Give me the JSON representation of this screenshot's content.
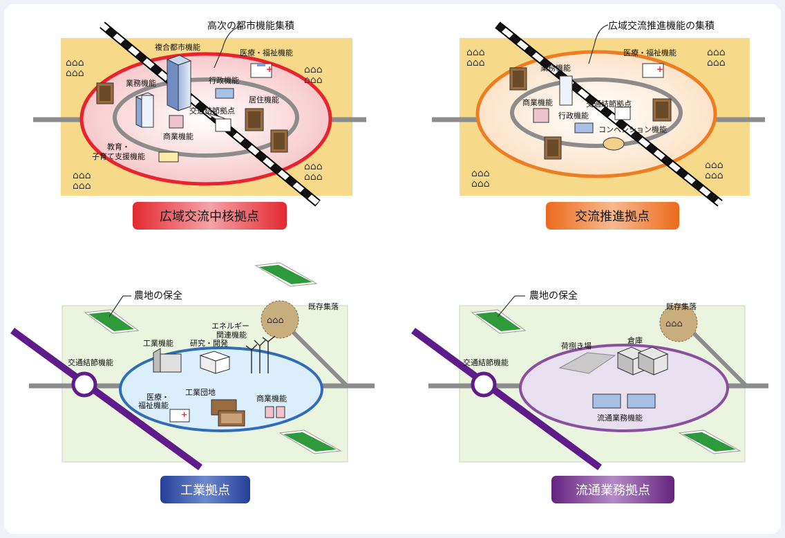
{
  "colors": {
    "background": "#eef2f8",
    "card": "#ffffff",
    "tan_field": "#f7d98a",
    "green_field": "#eaf4df",
    "road": "#8c8c8c",
    "red_ring": "#e8232d",
    "orange_ring": "#ee7d22",
    "blue_ring": "#2f6db8",
    "purple_ring": "#8a4f9e",
    "purple_rail": "#5d1c8a",
    "red_badge": "#d8242d",
    "orange_badge": "#e86c1f",
    "blue_badge": "#27439a",
    "purple_badge": "#6b2a8a"
  },
  "panels": {
    "wide_area": {
      "badge": "広域交流中核拠点",
      "callout": "高次の都市機能集積",
      "labels": {
        "complex": "複合都市機能",
        "medical": "医療・福祉機能",
        "business": "業務機能",
        "admin": "行政機能",
        "residence": "居住機能",
        "hub": "交通結節拠点",
        "commerce": "商業機能",
        "education_1": "教育・",
        "education_2": "子育て支援機能"
      }
    },
    "exchange": {
      "badge": "交流推進拠点",
      "callout": "広域交流推進機能の集積",
      "labels": {
        "medical": "医療・福祉機能",
        "business": "業務機能",
        "commerce": "商業機能",
        "hub": "交通結節拠点",
        "admin": "行政機能",
        "convention": "コンベンション機能"
      }
    },
    "industrial": {
      "badge": "工業拠点",
      "callout": "農地の保全",
      "labels": {
        "village": "既存集落",
        "energy_1": "エネルギー",
        "energy_2": "関連機能",
        "industry": "工業機能",
        "research": "研究・開発",
        "hub": "交通結節機能",
        "medical_1": "医療・",
        "medical_2": "福祉機能",
        "estate": "工業団地",
        "commerce": "商業機能"
      }
    },
    "logistics": {
      "badge": "流通業務拠点",
      "callout": "農地の保全",
      "labels": {
        "village": "既存集落",
        "unloading": "荷捌き場",
        "warehouse": "倉庫",
        "hub": "交通結節機能",
        "distribution": "流通業務機能"
      }
    }
  }
}
